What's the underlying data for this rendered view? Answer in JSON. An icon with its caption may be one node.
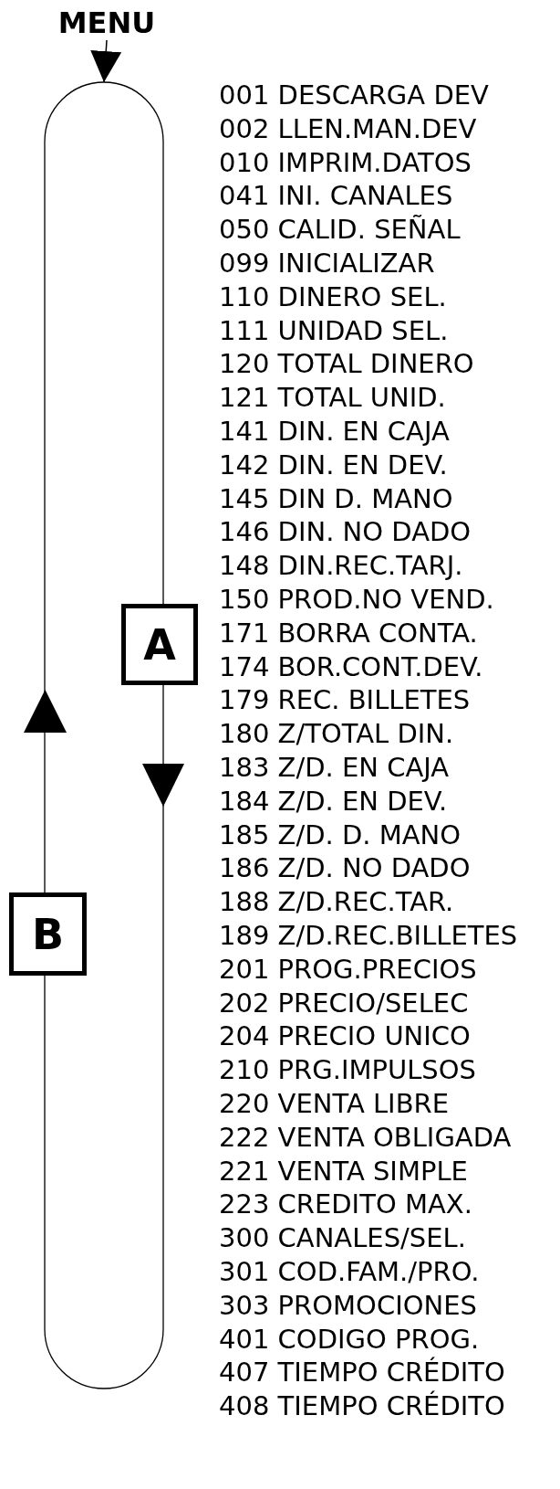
{
  "diagram": {
    "nodes": [
      {
        "text": [
          "MENU"
        ]
      },
      {
        "text": [],
        "shape": "oval"
      },
      {
        "text": [
          "A"
        ]
      },
      {
        "text": [
          "B"
        ]
      }
    ],
    "edges": [
      {
        "from": 0,
        "to": 1,
        "arrow": "to"
      }
    ],
    "labels": [
      "001 DESCARGA DEV",
      "002 LLEN.MAN.DEV",
      "010 IMPRIM.DATOS",
      "041 INI. CANALES",
      "050 CALID. SEÑAL",
      "099 INICIALIZAR",
      "110 DINERO SEL.",
      "111 UNIDAD SEL.",
      "120 TOTAL DINERO",
      "121 TOTAL UNID.",
      "141 DIN. EN CAJA",
      "142 DIN. EN DEV.",
      "145 DIN D. MANO",
      "146 DIN. NO DADO",
      "148 DIN.REC.TARJ.",
      "150 PROD.NO VEND.",
      "171 BORRA CONTA.",
      "174 BOR.CONT.DEV.",
      "179 REC. BILLETES",
      "180 Z/TOTAL DIN.",
      "183 Z/D. EN CAJA",
      "184 Z/D. EN DEV.",
      "185 Z/D. D. MANO",
      "186 Z/D. NO DADO",
      "188 Z/D.REC.TAR.",
      "189 Z/D.REC.BILLETES",
      "201 PROG.PRECIOS",
      "202 PRECIO/SELEC",
      "204 PRECIO UNICO",
      "210 PRG.IMPULSOS",
      "220 VENTA LIBRE",
      "222 VENTA OBLIGADA",
      "221 VENTA SIMPLE",
      "223 CREDITO MAX.",
      "300 CANALES/SEL.",
      "301 COD.FAM./PRO.",
      "303 PROMOCIONES",
      "401 CODIGO PROG.",
      "407 TIEMPO CRÉDITO",
      "408 TIEMPO CRÉDITO"
    ]
  }
}
